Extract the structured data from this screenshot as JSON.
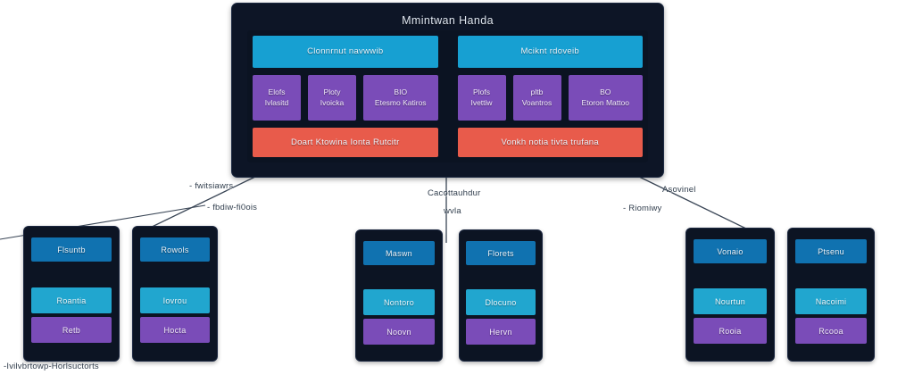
{
  "canvas": {
    "background": "#ffffff",
    "panel_bg": "#0d1526",
    "accent_blue": "#17a0d2",
    "accent_header_blue": "#1072b0",
    "accent_cyan": "#21a6cf",
    "accent_purple": "#7a4cb8",
    "accent_red": "#e85b4b",
    "wire_color": "#3a4656"
  },
  "top_panel": {
    "title": "Mmintwan Handa",
    "columns": [
      {
        "header": "Clonnrnut navwwib",
        "chips": [
          {
            "line1": "Elofs",
            "line2": "Ivlasitd"
          },
          {
            "line1": "Ploty",
            "line2": "Ivoicka"
          },
          {
            "line1": "BIO",
            "line2": "Etesmo Katiros"
          }
        ],
        "footer": "Doart Ktowina Ionta Rutcitr"
      },
      {
        "header": "Mciknt rdoveib",
        "chips": [
          {
            "line1": "Plofs",
            "line2": "Ivettiw"
          },
          {
            "line1": "pltb",
            "line2": "Voantros"
          },
          {
            "line1": "BO",
            "line2": "Etoron Mattoo"
          }
        ],
        "footer": "Vonkh notia tivta trufana"
      }
    ]
  },
  "edge_labels": [
    {
      "text": "- fwitsiawrs"
    },
    {
      "text": "- fbdiw-fi0ois"
    },
    {
      "text": "Cacottauhdur"
    },
    {
      "text": "wvla"
    },
    {
      "text": "Asovinel"
    },
    {
      "text": "- Riomiwy"
    }
  ],
  "bottom_cards": [
    {
      "header": "Flsuntb",
      "mid": "Roantia",
      "low": "Retb"
    },
    {
      "header": "Rowols",
      "mid": "Iovrou",
      "low": "Hocta"
    },
    {
      "header": "Maswn",
      "mid": "Nontoro",
      "low": "Noovn"
    },
    {
      "header": "Florets",
      "mid": "Dlocuno",
      "low": "Hervn"
    },
    {
      "header": "Vonaio",
      "mid": "Nourtun",
      "low": "Rooia"
    },
    {
      "header": "Ptsenu",
      "mid": "Nacoimi",
      "low": "Rcooa"
    }
  ],
  "footnote": "-Ivilvbrtowp-Horlsuctorts"
}
